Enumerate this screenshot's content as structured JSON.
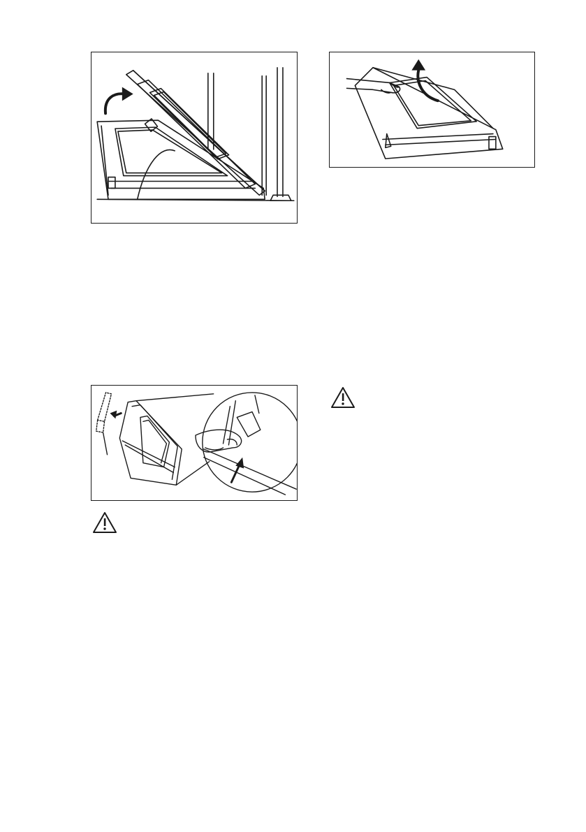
{
  "figures": [
    {
      "illustration": "oven-door-lift-off-hinge"
    },
    {
      "illustration": "oven-door-lift-inner-glass"
    },
    {
      "illustration": "oven-door-glass-panel-removal-detail"
    }
  ],
  "warnings": [
    {
      "icon": "warning-triangle-icon",
      "symbol": "!"
    },
    {
      "icon": "warning-triangle-icon",
      "symbol": "!"
    }
  ],
  "colors": {
    "line": "#1a1a1a"
  }
}
